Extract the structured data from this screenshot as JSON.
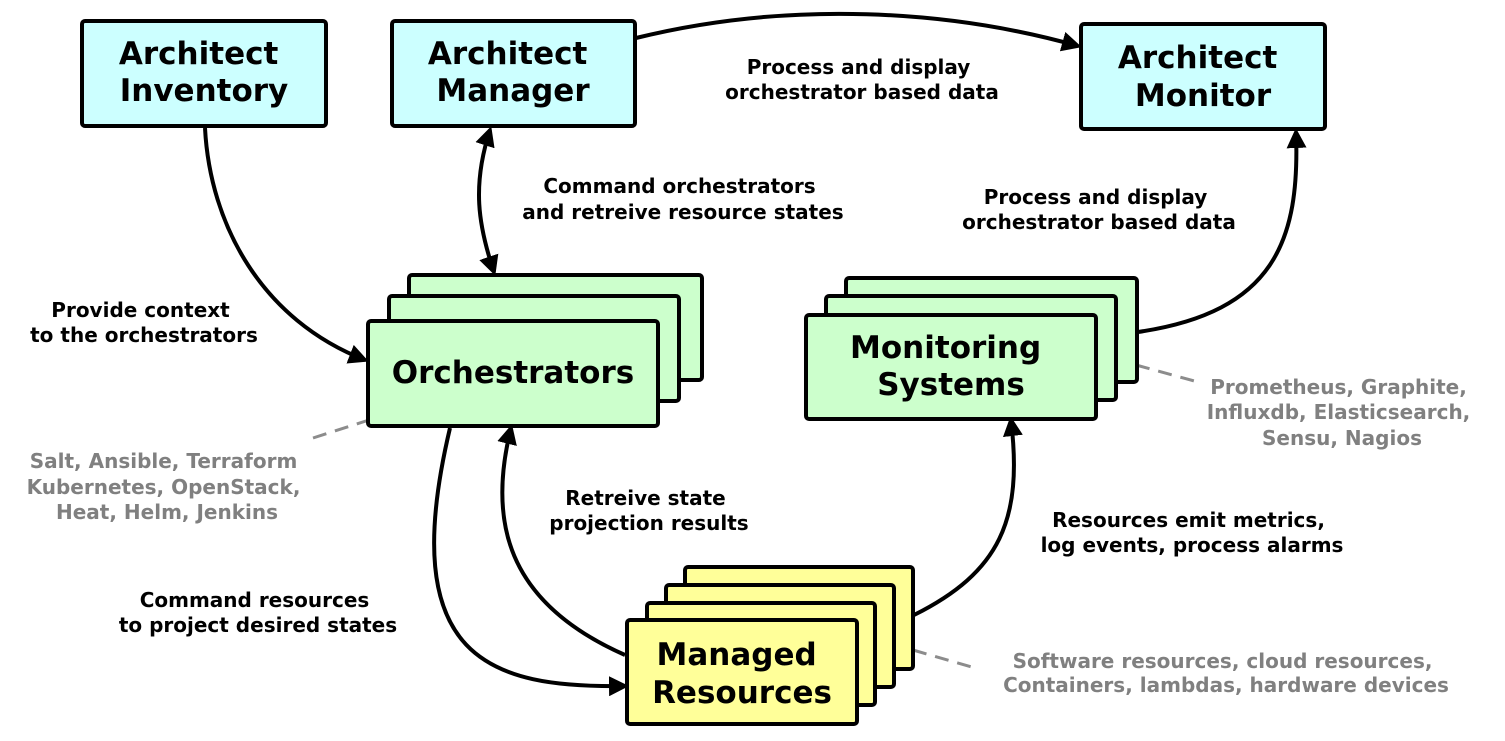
{
  "colors": {
    "architect_fill": "#ccffff",
    "system_fill": "#ccffcc",
    "resource_fill": "#ffff99",
    "note_text": "#808080"
  },
  "nodes": {
    "inventory": {
      "lines": [
        "Architect",
        "Inventory"
      ]
    },
    "manager": {
      "lines": [
        "Architect",
        "Manager"
      ]
    },
    "monitor": {
      "lines": [
        "Architect",
        "Monitor"
      ]
    },
    "orchestrators": {
      "lines": [
        "Orchestrators"
      ]
    },
    "monitoring": {
      "lines": [
        "Monitoring",
        "Systems"
      ]
    },
    "resources": {
      "lines": [
        "Managed",
        "Resources"
      ]
    }
  },
  "edges": {
    "manager_to_monitor": [
      "Process and display",
      "orchestrator based data"
    ],
    "manager_orchestrators": [
      "Command orchestrators",
      "and retreive resource states"
    ],
    "monitoring_to_monitor": [
      "Process and display",
      "orchestrator based data"
    ],
    "inventory_to_orchestrators": [
      "Provide context",
      "to the orchestrators"
    ],
    "resources_to_orchestrators": [
      "Retreive state",
      "projection results"
    ],
    "resources_to_monitoring": [
      "Resources emit metrics,",
      "log events, process alarms"
    ],
    "orchestrators_to_resources": [
      "Command resources",
      "to project desired states"
    ]
  },
  "notes": {
    "orchestrators": [
      "Salt, Ansible, Terraform",
      "Kubernetes, OpenStack,",
      "Heat, Helm, Jenkins"
    ],
    "monitoring": [
      "Prometheus, Graphite,",
      "Influxdb, Elasticsearch,",
      "Sensu, Nagios"
    ],
    "resources": [
      "Software resources, cloud resources,",
      "Containers, lambdas, hardware devices"
    ]
  }
}
